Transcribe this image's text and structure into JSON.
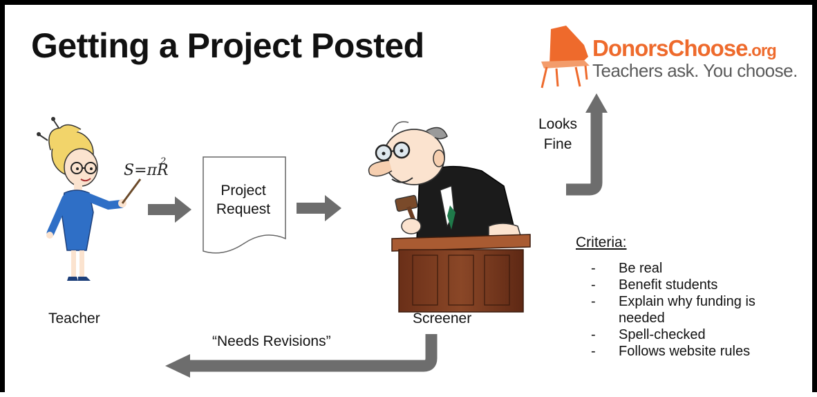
{
  "title": "Getting a Project Posted",
  "brand": {
    "name": "DonorsChoose",
    "domain_suffix": ".org",
    "tagline": "Teachers ask. You choose."
  },
  "nodes": {
    "teacher": "Teacher",
    "project_request_line1": "Project",
    "project_request_line2": "Request",
    "screener": "Screener"
  },
  "formula": {
    "text": "S=πR",
    "exponent": "2"
  },
  "edges": {
    "looks_fine_line1": "Looks",
    "looks_fine_line2": "Fine",
    "needs_revisions": "“Needs Revisions”"
  },
  "criteria": {
    "heading": "Criteria:",
    "items": [
      {
        "dash": "-",
        "text": "Be real"
      },
      {
        "dash": "-",
        "text": "Benefit students"
      },
      {
        "dash": "-",
        "text": "Explain why funding is needed"
      },
      {
        "dash": "-",
        "text": "Spell-checked"
      },
      {
        "dash": "-",
        "text": "Follows website rules"
      }
    ]
  },
  "colors": {
    "arrow": "#6d6d6d",
    "brand_orange": "#ee6a2c",
    "tagline_gray": "#5a5a5a",
    "teacher_dress": "#2f6fc6",
    "teacher_hair": "#f2d46a",
    "bench_wood": "#7b3c22"
  }
}
